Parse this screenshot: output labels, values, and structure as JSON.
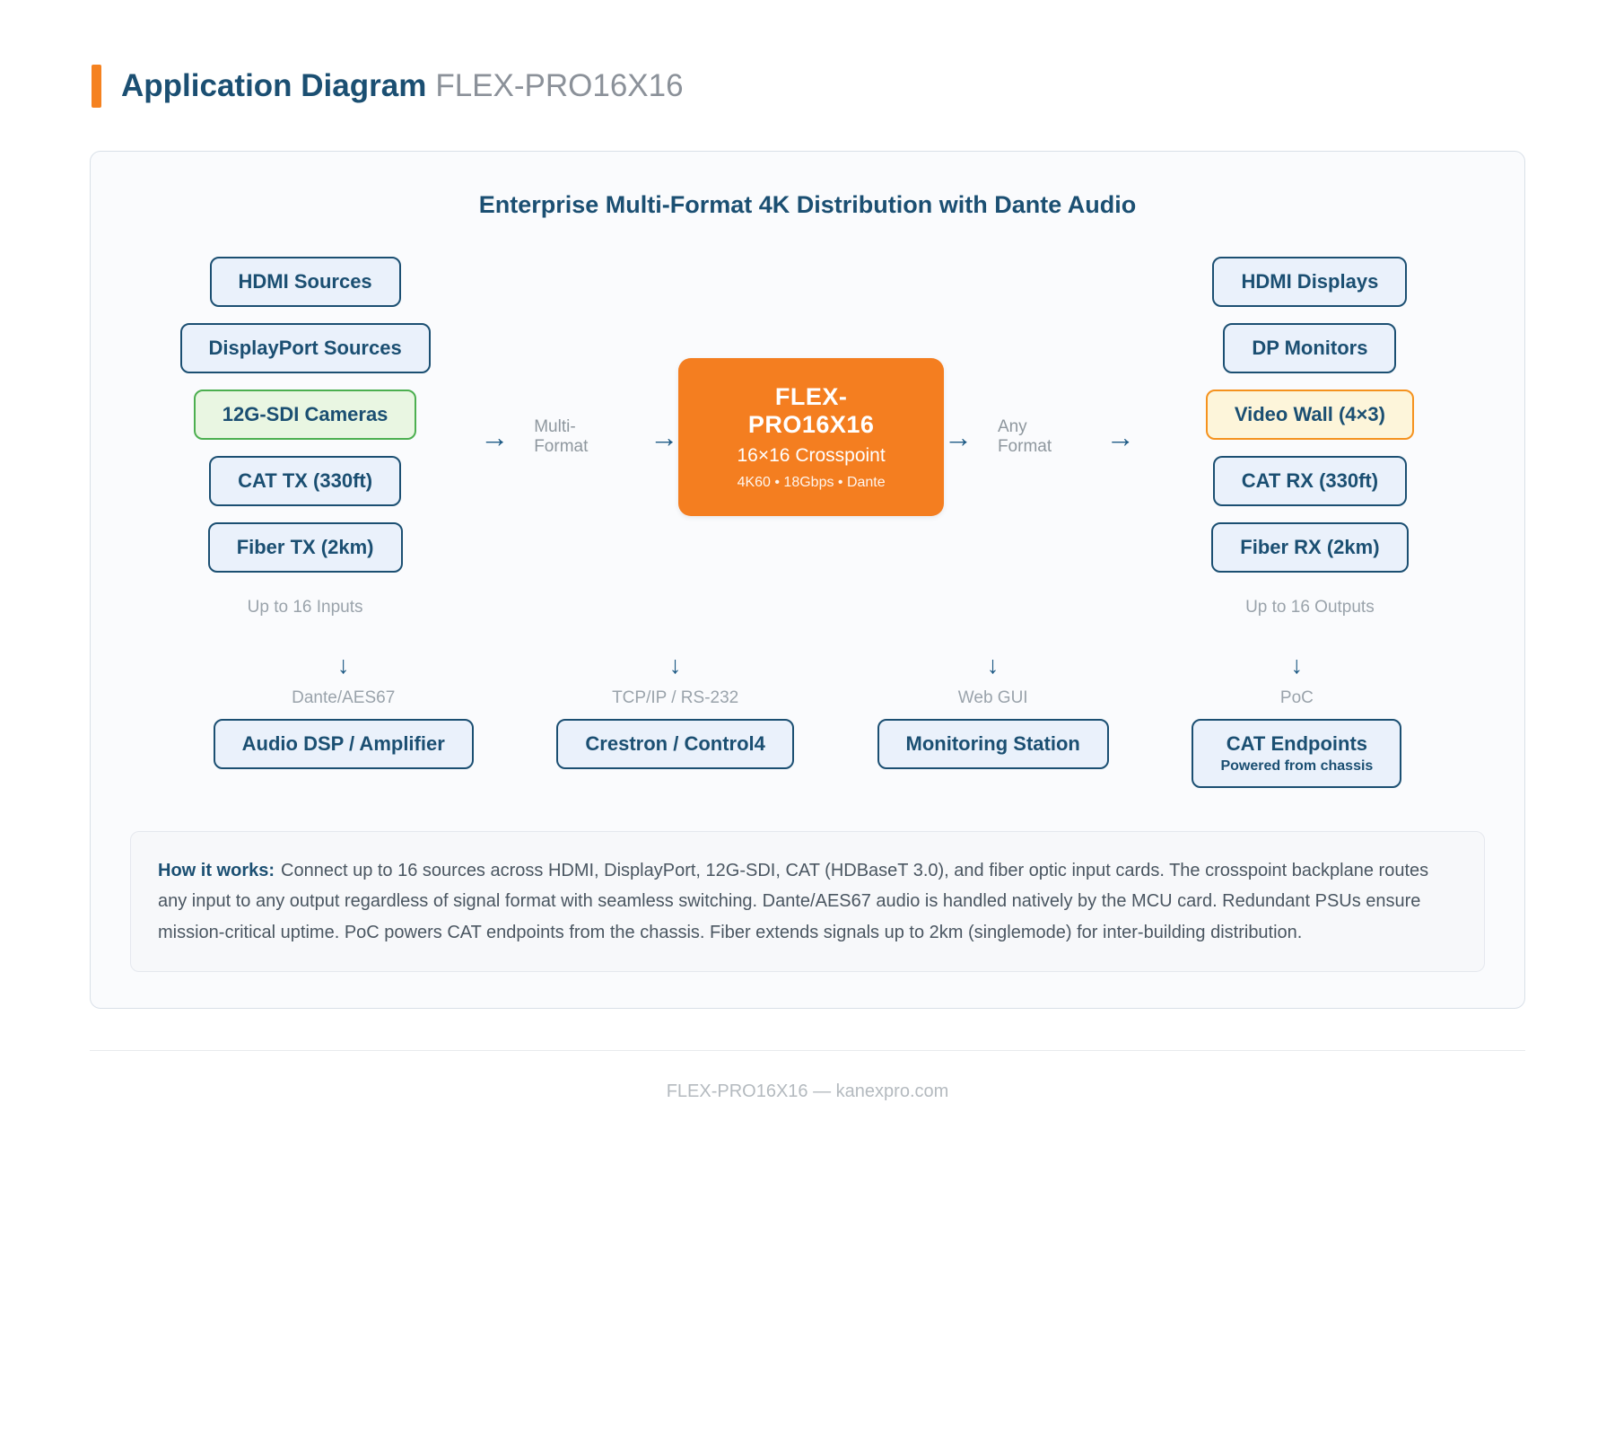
{
  "page": {
    "title_bold": "Application Diagram",
    "title_light": "FLEX-PRO16X16",
    "footer": "FLEX-PRO16X16 — kanexpro.com"
  },
  "icons": {
    "right_arrow": "→",
    "down_arrow": "↓"
  },
  "diagram": {
    "title": "Enterprise Multi-Format 4K Distribution with Dante Audio",
    "inputs": {
      "items": [
        {
          "label": "HDMI Sources",
          "variant": "blue"
        },
        {
          "label": "DisplayPort Sources",
          "variant": "blue"
        },
        {
          "label": "12G-SDI Cameras",
          "variant": "green"
        },
        {
          "label": "CAT TX (330ft)",
          "variant": "blue"
        },
        {
          "label": "Fiber TX (2km)",
          "variant": "blue"
        }
      ],
      "caption": "Up to 16 Inputs"
    },
    "left_flow": {
      "label": "Multi-Format"
    },
    "core": {
      "title": "FLEX-PRO16X16",
      "subtitle": "16×16 Crosspoint",
      "specs": "4K60 • 18Gbps • Dante"
    },
    "right_flow": {
      "label": "Any Format"
    },
    "outputs": {
      "items": [
        {
          "label": "HDMI Displays",
          "variant": "blue"
        },
        {
          "label": "DP Monitors",
          "variant": "blue"
        },
        {
          "label": "Video Wall (4×3)",
          "variant": "yellow"
        },
        {
          "label": "CAT RX (330ft)",
          "variant": "blue"
        },
        {
          "label": "Fiber RX (2km)",
          "variant": "blue"
        }
      ],
      "caption": "Up to 16 Outputs"
    },
    "connections": [
      {
        "caption": "Dante/AES67",
        "label": "Audio DSP / Amplifier"
      },
      {
        "caption": "TCP/IP / RS-232",
        "label": "Crestron / Control4"
      },
      {
        "caption": "Web GUI",
        "label": "Monitoring Station"
      },
      {
        "caption": "PoC",
        "label": "CAT Endpoints",
        "sublabel": "Powered from chassis"
      }
    ],
    "how_it_works": {
      "label": "How it works:",
      "text": "Connect up to 16 sources across HDMI, DisplayPort, 12G-SDI, CAT (HDBaseT 3.0), and fiber optic input cards. The crosspoint backplane routes any input to any output regardless of signal format with seamless switching. Dante/AES67 audio is handled natively by the MCU card. Redundant PSUs ensure mission-critical uptime. PoC powers CAT endpoints from the chassis. Fiber extends signals up to 2km (singlemode) for inter-building distribution."
    }
  },
  "colors": {
    "accent_orange": "#f58220",
    "core_orange": "#f47e20",
    "dark_blue": "#1b4f72",
    "node_bg": "#eaf1fb",
    "green_border": "#4caf50",
    "green_bg": "#e9f6e2",
    "yellow_border": "#f5921e",
    "yellow_bg": "#fdf5da",
    "caption_gray": "#9aa3ab"
  }
}
